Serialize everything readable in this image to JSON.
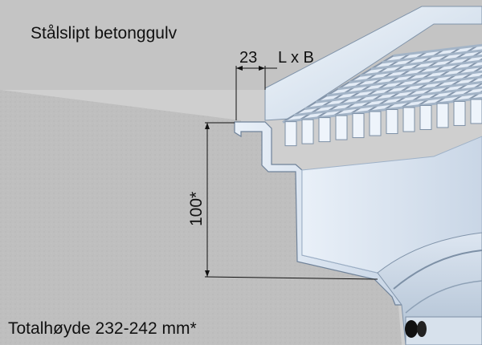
{
  "labels": {
    "surface": "Stålslipt betonggulv",
    "flange_width": "23",
    "opening": "L x B",
    "depth": "100*",
    "total_height": "Totalhøyde 232-242 mm*"
  },
  "colors": {
    "floor_top": "#c6c6c6",
    "concrete": "#bdbdbd",
    "steel": "#dbe6f3",
    "steel_dark": "#9fb2c8",
    "steel_light": "#eef4fb",
    "grating_edge": "#8596ab",
    "dimension_line": "#111111"
  }
}
